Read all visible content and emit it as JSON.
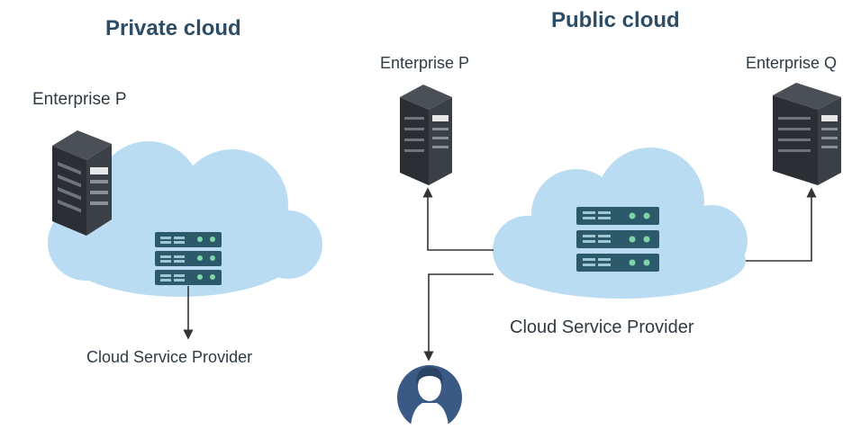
{
  "private": {
    "title": "Private cloud",
    "enterprise_label": "Enterprise P",
    "provider_label": "Cloud Service Provider"
  },
  "public": {
    "title": "Public cloud",
    "enterprise_p_label": "Enterprise P",
    "enterprise_q_label": "Enterprise Q",
    "provider_label": "Cloud Service Provider"
  },
  "colors": {
    "title_text": "#2d4d66",
    "label_text": "#2f3a44",
    "cloud_fill": "#b9dcf2",
    "server_rack": "#2b2f33",
    "provider_server": "#2c5a6a",
    "provider_led": "#7fd6a7",
    "user_avatar": "#3a5a85",
    "connector": "#333333"
  },
  "icons": [
    "server-rack-icon",
    "cloud-icon",
    "provider-server-icon",
    "user-avatar-icon",
    "arrow-icon"
  ]
}
